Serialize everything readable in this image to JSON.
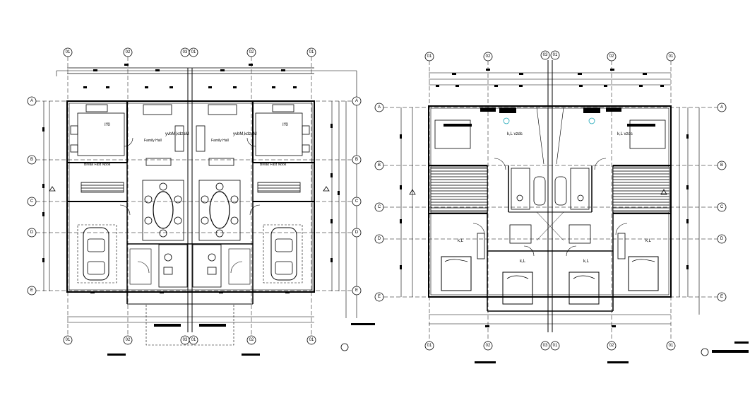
{
  "plan_left": {
    "grid_top": [
      "01",
      "02",
      "03",
      "02",
      "01"
    ],
    "grid_bottom": [
      "01",
      "02",
      "03",
      "02",
      "01"
    ],
    "grid_center_pair": [
      "03",
      "01"
    ],
    "grid_rows": [
      "A",
      "B",
      "C",
      "D",
      "E"
    ],
    "rooms": {
      "bedroom_left": "I'f0",
      "bedroom_right": "I'f0",
      "family_left": "Family Hall",
      "family_right": "Family Hall",
      "nook_left": "Break Fast Nook",
      "nook_right": "Break Fast Nook",
      "dining_left": "yvbM,kdzaM",
      "dining_right": "yvbM,kdzaM"
    }
  },
  "plan_right": {
    "grid_top": [
      "01",
      "02",
      "03",
      "01",
      "02",
      "01"
    ],
    "grid_bottom": [
      "01",
      "02",
      "03",
      "01",
      "02",
      "01"
    ],
    "grid_rows": [
      "A",
      "B",
      "C",
      "D",
      "E"
    ],
    "rooms": {
      "upper_left": "k,L  vzds",
      "upper_right": "k,L  vzds",
      "bed_left": "k,L",
      "bed_mid_left": "k,L",
      "bed_mid_right": "k,L",
      "bed_right": "k,L"
    }
  },
  "colors": {
    "ink": "#000000",
    "accent": "#1aa6b7"
  }
}
